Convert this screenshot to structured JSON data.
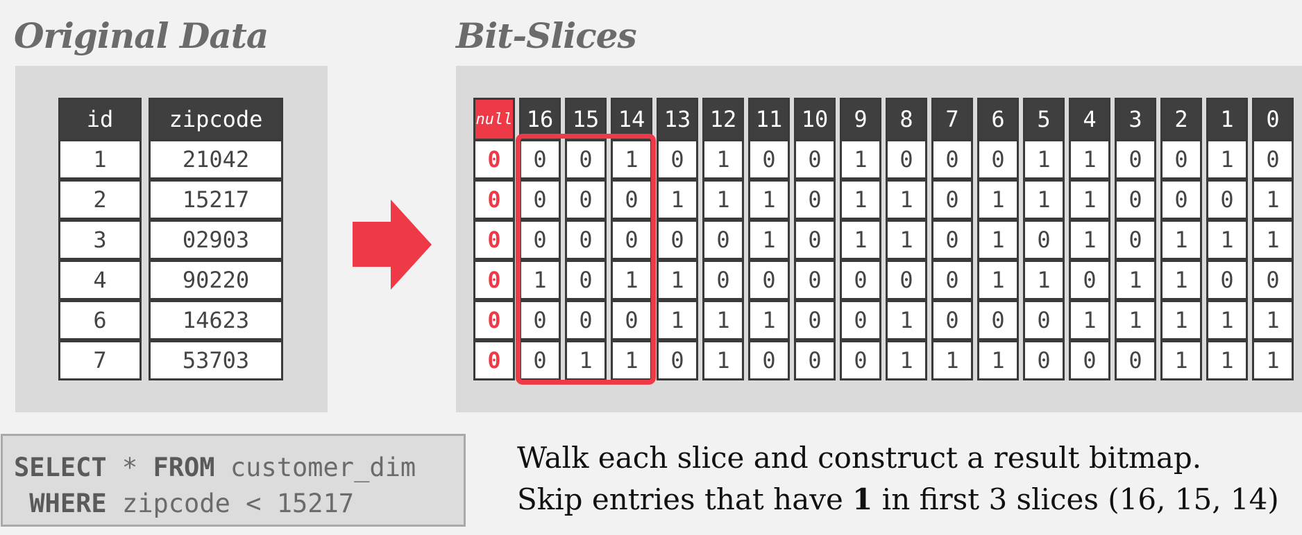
{
  "original_heading": "Original Data",
  "bitslices_heading": "Bit-Slices",
  "original_table": {
    "columns": [
      "id",
      "zipcode"
    ],
    "rows": [
      [
        "1",
        "21042"
      ],
      [
        "2",
        "15217"
      ],
      [
        "3",
        "02903"
      ],
      [
        "4",
        "90220"
      ],
      [
        "6",
        "14623"
      ],
      [
        "7",
        "53703"
      ]
    ]
  },
  "bitslice_table": {
    "columns": [
      "null",
      "16",
      "15",
      "14",
      "13",
      "12",
      "11",
      "10",
      "9",
      "8",
      "7",
      "6",
      "5",
      "4",
      "3",
      "2",
      "1",
      "0"
    ],
    "rows": [
      [
        "0",
        "0",
        "0",
        "1",
        "0",
        "1",
        "0",
        "0",
        "1",
        "0",
        "0",
        "0",
        "1",
        "1",
        "0",
        "0",
        "1",
        "0"
      ],
      [
        "0",
        "0",
        "0",
        "0",
        "1",
        "1",
        "1",
        "0",
        "1",
        "1",
        "0",
        "1",
        "1",
        "1",
        "0",
        "0",
        "0",
        "1"
      ],
      [
        "0",
        "0",
        "0",
        "0",
        "0",
        "0",
        "1",
        "0",
        "1",
        "1",
        "0",
        "1",
        "0",
        "1",
        "0",
        "1",
        "1",
        "1"
      ],
      [
        "0",
        "1",
        "0",
        "1",
        "1",
        "0",
        "0",
        "0",
        "0",
        "0",
        "0",
        "1",
        "1",
        "0",
        "1",
        "1",
        "0",
        "0"
      ],
      [
        "0",
        "0",
        "0",
        "0",
        "1",
        "1",
        "1",
        "0",
        "0",
        "1",
        "0",
        "0",
        "0",
        "1",
        "1",
        "1",
        "1",
        "1"
      ],
      [
        "0",
        "0",
        "1",
        "1",
        "0",
        "1",
        "0",
        "0",
        "0",
        "1",
        "1",
        "1",
        "0",
        "0",
        "0",
        "1",
        "1",
        "1"
      ]
    ],
    "highlighted_columns": [
      "16",
      "15",
      "14"
    ]
  },
  "sql": {
    "line1_kw1": "SELECT",
    "line1_mid": " * ",
    "line1_kw2": "FROM",
    "line1_rest": " customer_dim",
    "line2_kw": "WHERE",
    "line2_rest": " zipcode < 15217"
  },
  "note": {
    "line1": "Walk each slice and construct a result bitmap.",
    "line2_pre": "Skip entries that have ",
    "line2_bold": "1",
    "line2_post": " in first 3 slices (16, 15, 14)"
  },
  "colors": {
    "accent": "#ee3a47",
    "header_bg": "#3f3f3f",
    "panel_bg": "#dadada"
  }
}
